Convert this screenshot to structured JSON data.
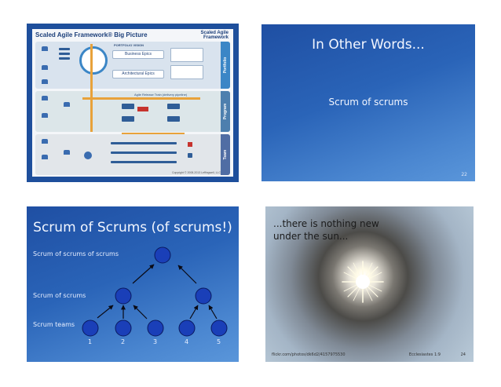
{
  "slides": {
    "safe": {
      "title": "Scaled Agile Framework® Big Picture",
      "logo_line1": "Scaled Agile",
      "logo_line2": "Framework",
      "portfolio_vision": "PORTFOLIO VISION",
      "business_epics": "Business Epics",
      "architectural_epics": "Architectural Epics",
      "band_portfolio": "Portfolio",
      "band_program": "Program",
      "band_team": "Team",
      "agile_release_train": "Agile Release Train (delivery pipeline)",
      "copyright": "Copyright © 2008-2013 Leffingwell, LLC"
    },
    "in_other_words": {
      "heading": "In Other Words...",
      "body": "Scrum of scrums",
      "slide_number": "22"
    },
    "scrum_of_scrums": {
      "heading": "Scrum of Scrums (of scrums!)",
      "level_top": "Scrum of scrums of scrums",
      "level_mid": "Scrum of scrums",
      "level_bottom": "Scrum teams",
      "team_numbers": [
        "1",
        "2",
        "3",
        "4",
        "5"
      ]
    },
    "nothing_new": {
      "quote": "...there is nothing new\n  under the sun...",
      "source": "flickr.com/photos/dk6d2/4157975530",
      "timestamp": "Ecclesiastes 1:9",
      "slide_number": "24"
    }
  },
  "colors": {
    "slide_blue_dark": "#1f4fa3",
    "slide_blue_light": "#5a96da",
    "node_fill": "#1a3fb8"
  }
}
